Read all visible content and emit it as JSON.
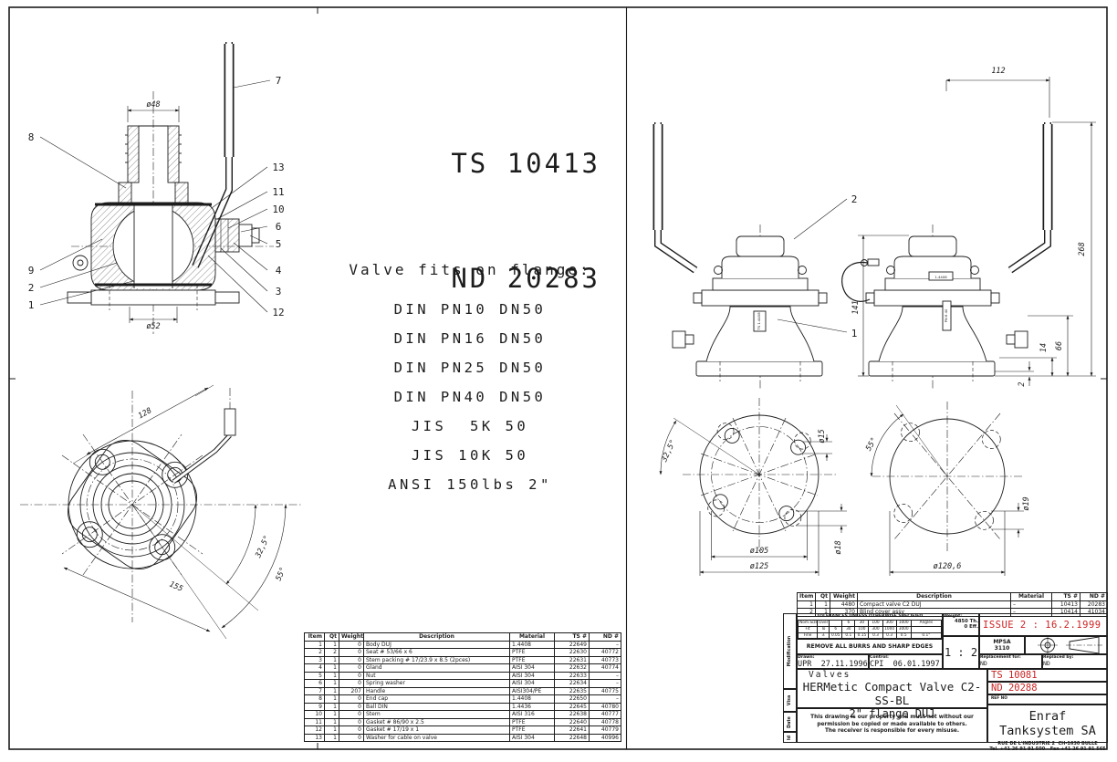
{
  "headline": {
    "ts": "TS 10413",
    "nd": "ND 20283"
  },
  "flange_note": {
    "title": "Valve fits on flange:",
    "items": [
      "DIN PN10 DN50",
      "DIN PN16 DN50",
      "DIN PN25 DN50",
      "DIN PN40 DN50",
      "JIS  5K 50",
      "JIS 10K 50",
      "ANSI 150lbs 2\""
    ]
  },
  "section_view": {
    "dim_top": "ø48",
    "dim_bottom": "ø52",
    "callouts": {
      "c7": "7",
      "c8": "8",
      "c13": "13",
      "c11": "11",
      "c10": "10",
      "c6": "6",
      "c5": "5",
      "c4": "4",
      "c3": "3",
      "c12": "12",
      "c9": "9",
      "c2": "2",
      "c1": "1"
    }
  },
  "plan_view": {
    "dim_128": "128",
    "dim_155": "155",
    "ang_325": "32,5°",
    "ang_55": "55°"
  },
  "elevations": {
    "callout_2": "2",
    "callout_1": "1",
    "dim_112": "112",
    "dim_268": "268",
    "dim_141": "141",
    "dim_66": "66",
    "dim_14": "14",
    "dim_2": "2",
    "plate_left": "TS 1.4408",
    "plate_right_top": "1.4408",
    "plate_right": "PN 6 40"
  },
  "bolt_view_left": {
    "ang": "32,5°",
    "dim_d15": "ø15",
    "dim_d18": "ø18",
    "dim_d105": "ø105",
    "dim_d125": "ø125"
  },
  "bolt_view_right": {
    "ang": "55°",
    "dim_d19": "ø19",
    "dim_d1206": "ø120,6"
  },
  "parts_table": {
    "head": [
      [
        "Item",
        "Qt",
        "Weight",
        "Description",
        "Material",
        "TS #",
        "ND #"
      ]
    ],
    "rows": [
      [
        "1",
        "1",
        "0",
        "Body DUJ",
        "1.4408",
        "22649",
        "–"
      ],
      [
        "2",
        "2",
        "0",
        "Seat # 53/66 x 6",
        "PTFE",
        "22630",
        "40772"
      ],
      [
        "3",
        "1",
        "0",
        "Stem packing # 17/23.9 x 8.5 (2pces)",
        "PTFE",
        "22631",
        "40773"
      ],
      [
        "4",
        "1",
        "0",
        "Gland",
        "AISI 304",
        "22632",
        "40774"
      ],
      [
        "5",
        "1",
        "0",
        "Nut",
        "AISI 304",
        "22633",
        "–"
      ],
      [
        "6",
        "1",
        "0",
        "Spring washer",
        "AISI 304",
        "22634",
        "–"
      ],
      [
        "7",
        "1",
        "207",
        "Handle",
        "AISI304/PE",
        "22635",
        "40775"
      ],
      [
        "8",
        "1",
        "0",
        "End cap",
        "1.4408",
        "22650",
        "–"
      ],
      [
        "9",
        "1",
        "0",
        "Ball DIN",
        "1.4436",
        "22645",
        "40780"
      ],
      [
        "10",
        "1",
        "0",
        "Stem",
        "AISI 316",
        "22638",
        "40777"
      ],
      [
        "11",
        "1",
        "0",
        "Gasket # 86/90 x 2.5",
        "PTFE",
        "22640",
        "40778"
      ],
      [
        "12",
        "1",
        "0",
        "Gasket # 17/19 x 1",
        "PTFE",
        "22641",
        "40779"
      ],
      [
        "13",
        "1",
        "0",
        "Washer for cable on valve",
        "AISI 304",
        "22648",
        "40996"
      ]
    ]
  },
  "title_block": {
    "assembly_table": {
      "head": [
        [
          "Item",
          "Qt",
          "Weight",
          "Description",
          "Material",
          "TS #",
          "ND #"
        ]
      ],
      "rows": [
        [
          "1",
          "1",
          "4480",
          "Compact valve C2 DUJ",
          "–",
          "10413",
          "20283"
        ],
        [
          "2",
          "1",
          "370",
          "Blind cover assy",
          "–",
          "10414",
          "41034"
        ]
      ]
    },
    "tolerances": {
      "title": "TOLERANCES UNLESS OTHERWISE SPECIFIED",
      "rows": [
        [
          "Nom.Size",
          "Over",
          "",
          "6",
          "30",
          "100",
          "300",
          "1000",
          "Angles"
        ],
        [
          "Fit",
          "To",
          "6",
          "30",
          "100",
          "300",
          "1000",
          "3000",
          ""
        ],
        [
          "Fine",
          "±",
          "0.05",
          "0.1",
          "0.15",
          "0.3",
          "0.3",
          "0.5",
          "0.1°"
        ]
      ]
    },
    "weight_label": "Weight:",
    "weight_value1": "4850 Th.",
    "weight_value2": "0 Eff.",
    "issue": "ISSUE 2 : 16.2.1999",
    "burrs": "REMOVE ALL BURRS AND SHARP EDGES",
    "drawn_label": "Drawn:",
    "drawn_value": "UPR  27.11.1996",
    "control_label": "Control:",
    "control_value": "CPI  06.01.1997",
    "scale": "1 : 2",
    "mpsa1": "MPSA",
    "mpsa2": "3110",
    "replacement_for_label": "Replacement for:",
    "replacement_for_value": "ND",
    "replaced_by_label": "Replaced by:",
    "replaced_by_value": "ND",
    "product_family": "Valves",
    "product_title": "HERMetic Compact Valve C2-SS-BL",
    "product_subtitle": "2\" flange DUJ",
    "ts_number": "TS 10081",
    "nd_number": "ND 20288",
    "ref_no": "REF NO",
    "property_note_1": "This drawing is our property and must not without our",
    "property_note_2": "permission be copied or made available to others.",
    "property_note_3": "The receiver is responsible for every misuse.",
    "company_name": "Enraf Tanksystem SA",
    "company_address": "RUE DE L'INDUSTRIE 2  CH-1630 BULLE",
    "company_phone": "Tel. +41 26 91 91 500 - Fax +41 26 91 91 565",
    "side_strip": {
      "s0": "Modification",
      "s1": "Visa",
      "s2": "Date",
      "s3": "Id"
    }
  },
  "colors": {
    "accent_red": "#cc2222",
    "line": "#1c1c1c"
  }
}
